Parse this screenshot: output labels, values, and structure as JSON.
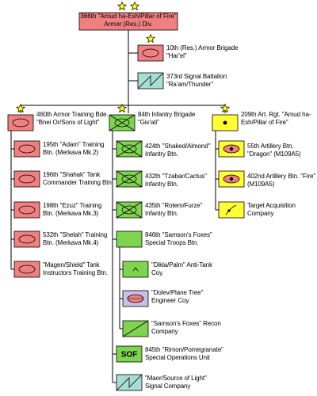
{
  "colors": {
    "armor": "#f08080",
    "infantry": "#7fd44f",
    "artillery": "#ffff33",
    "engineer": "#c9c0e8",
    "signal": "#a8dcd4",
    "line": "#000000",
    "star": "#ffff00"
  },
  "root": {
    "label": "366th \"Amud ha-Esh/Pillar of Fire\" Armor (Res.) Div."
  },
  "units": [
    {
      "id": "u10",
      "label": "10th (Res.) Armor Brigade \"Har'el\"",
      "icon": "armor-symbol",
      "stars": 1
    },
    {
      "id": "u373",
      "label": "373rd Signal Battalion \"Ra'am/Thunder\"",
      "icon": "signal-symbol",
      "stars": 0
    },
    {
      "id": "u460",
      "label": "460th Armor Training Bde. \"Bnei Or/Sons of Light\"",
      "icon": "armor-symbol",
      "stars": 1
    },
    {
      "id": "u195",
      "label": "195th \"Adam\" Training Btn. (Merkava Mk.2)",
      "icon": "armor-symbol",
      "stars": 0
    },
    {
      "id": "u196",
      "label": "196th \"Shahak\" Tank Commander Training Btn.",
      "icon": "armor-symbol",
      "stars": 0
    },
    {
      "id": "u198",
      "label": "198th \"Ezuz\" Training Btn. (Merkava Mk.3)",
      "icon": "armor-symbol",
      "stars": 0
    },
    {
      "id": "u532",
      "label": "532th \"Shelah\" Training Btn. (Merkava Mk.4)",
      "icon": "armor-symbol",
      "stars": 0
    },
    {
      "id": "umagen",
      "label": "\"Magen/Shield\" Tank Instructors Training Btn.",
      "icon": "armor-symbol",
      "stars": 0
    },
    {
      "id": "u84",
      "label": "84th Infantry Brigade \"Giv'ati\"",
      "icon": "mech-infantry-symbol",
      "stars": 1
    },
    {
      "id": "u424",
      "label": "424th \"Shaked/Almond\" Infantry Btn.",
      "icon": "mech-infantry-symbol",
      "stars": 0
    },
    {
      "id": "u432",
      "label": "432th \"Tzabar/Cactus\" Infantry Btn.",
      "icon": "mech-infantry-symbol",
      "stars": 0
    },
    {
      "id": "u435",
      "label": "435th \"Rotem/Furze\" Infantry Btn.",
      "icon": "mech-infantry-symbol",
      "stars": 0
    },
    {
      "id": "u846",
      "label": "846th \"Samson's Foxes\" Special Troops Btn.",
      "icon": "special-troops-symbol",
      "stars": 0
    },
    {
      "id": "udikla",
      "label": "\"Dikla/Palm\" Anti-Tank Coy.",
      "icon": "anti-tank-symbol",
      "stars": 0
    },
    {
      "id": "udolev",
      "label": "\"Dolev/Plane Tree\" Engineer Coy.",
      "icon": "engineer-symbol",
      "stars": 0
    },
    {
      "id": "urecon",
      "label": "\"Samson's Foxes\" Recon Company",
      "icon": "recon-symbol",
      "stars": 0
    },
    {
      "id": "u845",
      "label": "845th \"Rimon/Pomegranate\" Special Operations Unit",
      "icon": "sof-symbol",
      "badge": "SOF",
      "stars": 0
    },
    {
      "id": "umaor",
      "label": "\"Maor/Source of Light\" Signal Company",
      "icon": "signal-symbol",
      "stars": 0
    },
    {
      "id": "u209",
      "label": "209th Art. Rgt. \"Amud ha-Esh/Pillar of Fire\"",
      "icon": "artillery-symbol",
      "stars": 1
    },
    {
      "id": "u55",
      "label": "55th Artillery Btn. \"Dragon\" (M109A5)",
      "icon": "sp-artillery-symbol",
      "stars": 0
    },
    {
      "id": "u402",
      "label": "402nd Artillery Btn. \"Fire\" (M109A5)",
      "icon": "sp-artillery-symbol",
      "stars": 0
    },
    {
      "id": "uta",
      "label": "Target Acquisition Company",
      "icon": "target-acquisition-symbol",
      "stars": 0
    }
  ]
}
